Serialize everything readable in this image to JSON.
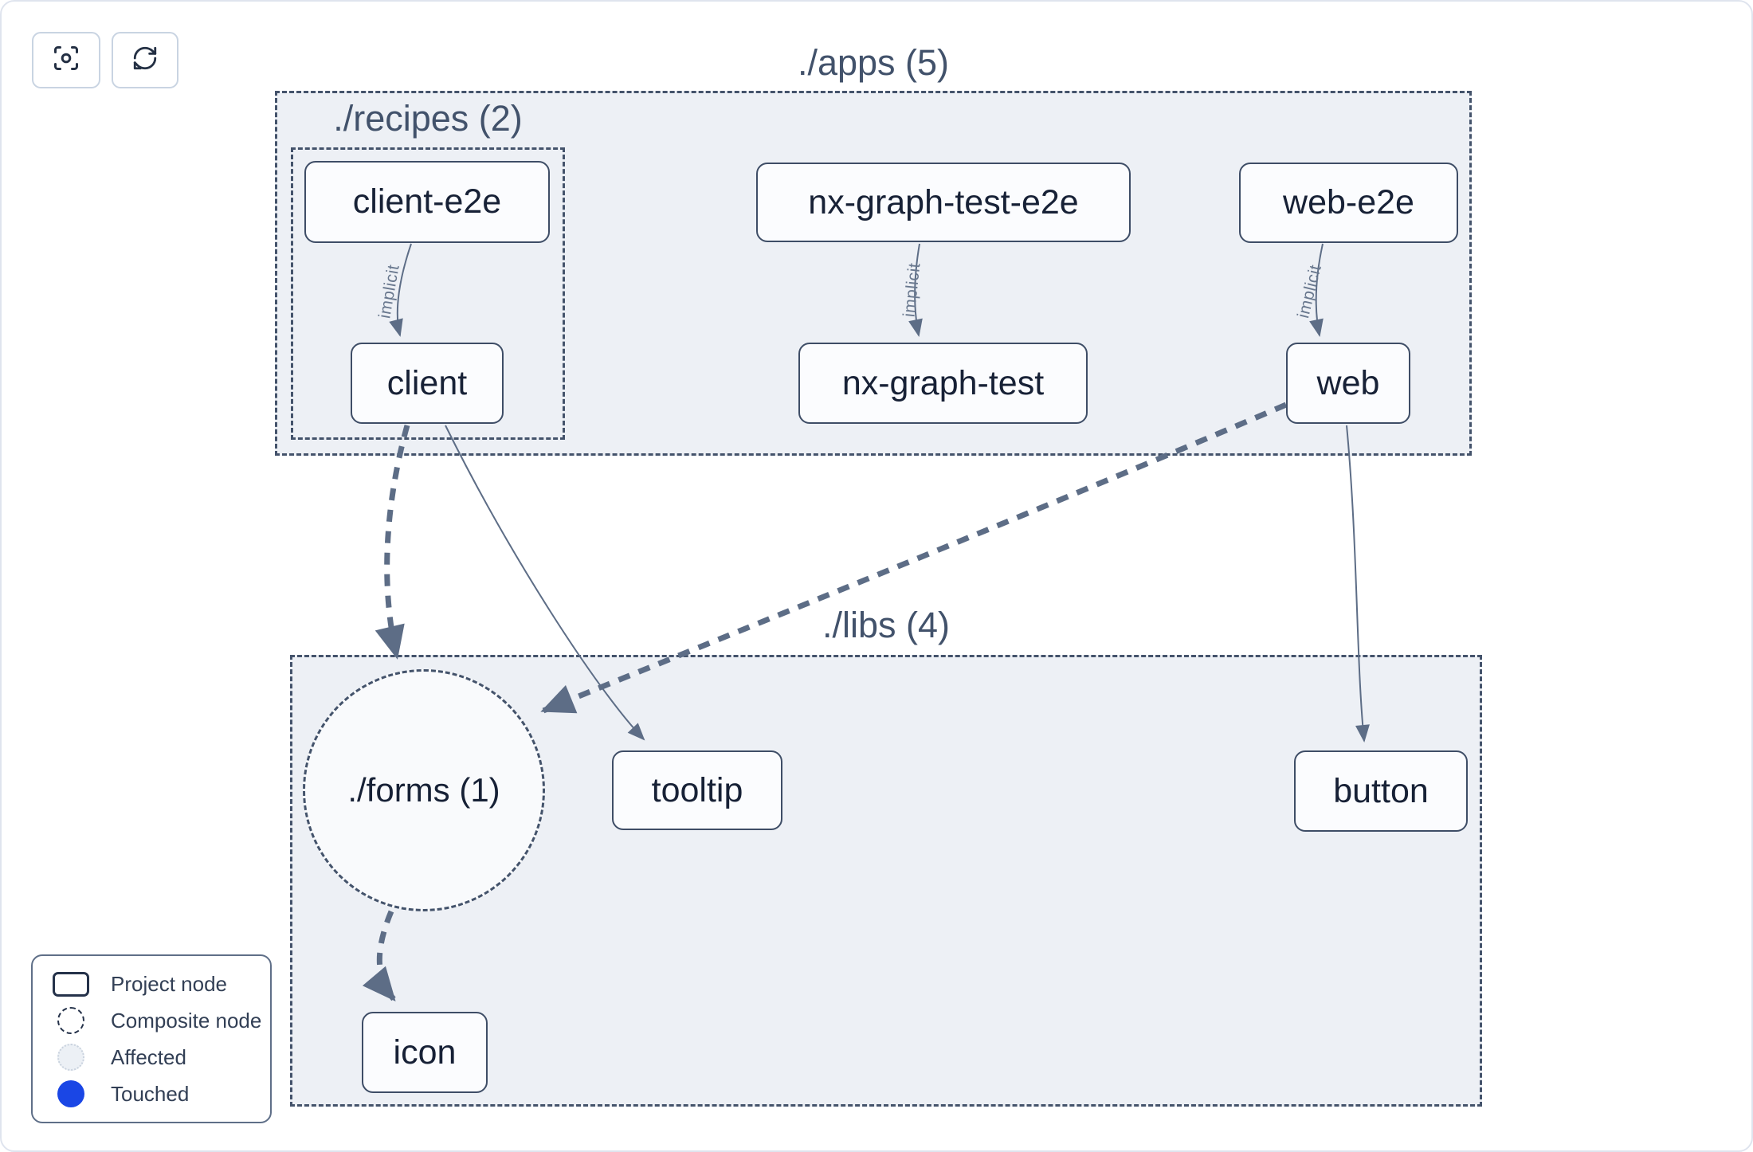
{
  "toolbar": {
    "buttons": [
      {
        "icon": "focus-icon"
      },
      {
        "icon": "refresh-icon"
      }
    ]
  },
  "graph": {
    "groups": [
      {
        "id": "apps",
        "label": "./apps (5)"
      },
      {
        "id": "recipes",
        "label": "./recipes (2)"
      },
      {
        "id": "libs",
        "label": "./libs (4)"
      }
    ],
    "composite": {
      "id": "forms",
      "label": "./forms (1)"
    },
    "nodes": [
      {
        "id": "client-e2e",
        "label": "client-e2e"
      },
      {
        "id": "nx-graph-test-e2e",
        "label": "nx-graph-test-e2e"
      },
      {
        "id": "web-e2e",
        "label": "web-e2e"
      },
      {
        "id": "client",
        "label": "client"
      },
      {
        "id": "nx-graph-test",
        "label": "nx-graph-test"
      },
      {
        "id": "web",
        "label": "web"
      },
      {
        "id": "tooltip",
        "label": "tooltip"
      },
      {
        "id": "button",
        "label": "button"
      },
      {
        "id": "icon",
        "label": "icon"
      }
    ],
    "edge_labels": [
      {
        "from": "client-e2e",
        "to": "client",
        "label": "implicit"
      },
      {
        "from": "nx-graph-test-e2e",
        "to": "nx-graph-test",
        "label": "implicit"
      },
      {
        "from": "web-e2e",
        "to": "web",
        "label": "implicit"
      }
    ]
  },
  "legend": {
    "items": [
      {
        "label": "Project node",
        "swatch": "project-rect-swatch"
      },
      {
        "label": "Composite node",
        "swatch": "composite-dashed-circle-swatch"
      },
      {
        "label": "Affected",
        "swatch": "affected-circle-swatch"
      },
      {
        "label": "Touched",
        "swatch": "touched-circle-swatch"
      }
    ]
  },
  "colors": {
    "touched_blue": "#1a46e5",
    "group_fill": "#edf0f5",
    "group_border": "#44536b",
    "node_border": "#3e4d66",
    "edge": "#5d6d86",
    "outer_border": "#dfe4ee"
  }
}
